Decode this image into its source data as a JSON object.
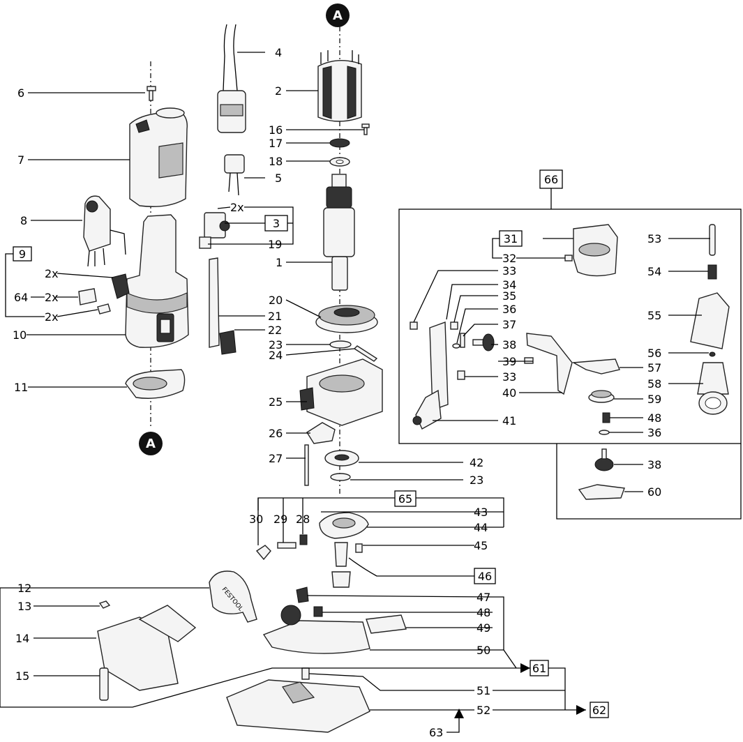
{
  "axis_marker": "A",
  "brand_text": "FESTOOL",
  "multipliers": [
    "2x",
    "2x",
    "2x",
    "2x"
  ],
  "group_labels": {
    "g66": "66",
    "g65": "65",
    "g9": "9",
    "g3": "3",
    "g31": "31",
    "g46": "46",
    "g61": "61",
    "g62": "62"
  },
  "part_labels": {
    "p1": "1",
    "p2": "2",
    "p4": "4",
    "p5": "5",
    "p6": "6",
    "p7": "7",
    "p8": "8",
    "p10": "10",
    "p11": "11",
    "p12": "12",
    "p13": "13",
    "p14": "14",
    "p15": "15",
    "p16": "16",
    "p17": "17",
    "p18": "18",
    "p19": "19",
    "p20": "20",
    "p21": "21",
    "p22": "22",
    "p23a": "23",
    "p23b": "23",
    "p24": "24",
    "p25": "25",
    "p26": "26",
    "p27": "27",
    "p28": "28",
    "p29": "29",
    "p30": "30",
    "p32": "32",
    "p33a": "33",
    "p33b": "33",
    "p34": "34",
    "p35": "35",
    "p36a": "36",
    "p36b": "36",
    "p37": "37",
    "p38a": "38",
    "p38b": "38",
    "p39": "39",
    "p40": "40",
    "p41": "41",
    "p42": "42",
    "p43": "43",
    "p44": "44",
    "p45": "45",
    "p47": "47",
    "p48a": "48",
    "p48b": "48",
    "p49": "49",
    "p50": "50",
    "p51": "51",
    "p52": "52",
    "p53": "53",
    "p54": "54",
    "p55": "55",
    "p56": "56",
    "p57": "57",
    "p58": "58",
    "p59": "59",
    "p60": "60",
    "p63": "63",
    "p64": "64"
  }
}
